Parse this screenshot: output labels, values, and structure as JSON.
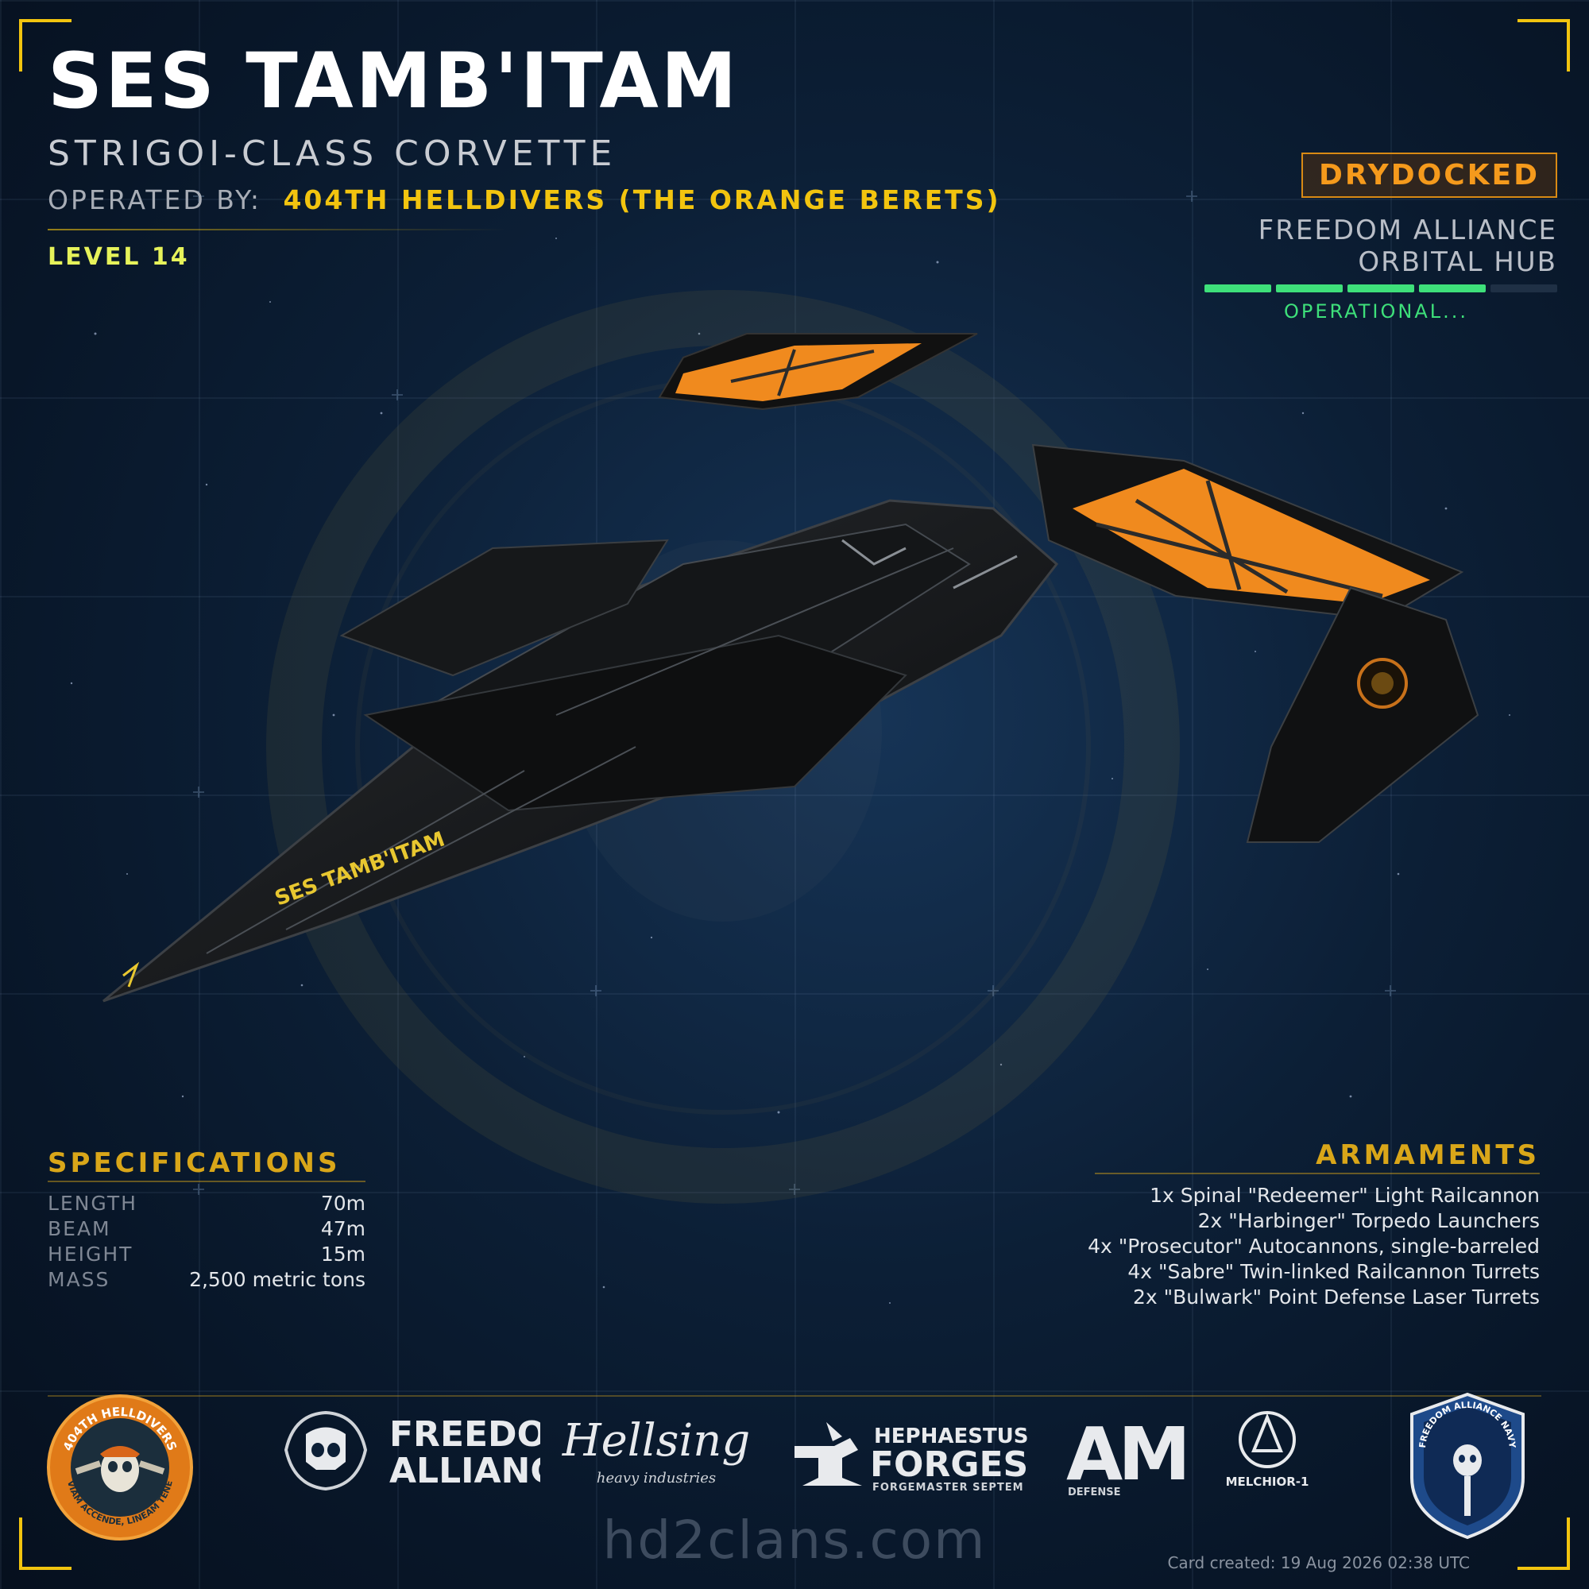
{
  "ship": {
    "name": "SES TAMB'ITAM",
    "class": "STRIGOI-CLASS CORVETTE",
    "operated_by_label": "OPERATED BY:",
    "operator": "404TH HELLDIVERS (THE ORANGE BERETS)",
    "level": "LEVEL 14",
    "hull_text": "SES TAMB'ITAM"
  },
  "status": {
    "badge": "DRYDOCKED",
    "location_line1": "FREEDOM ALLIANCE",
    "location_line2": "ORBITAL HUB",
    "progress_segments_filled": 4,
    "progress_segments_total": 5,
    "state": "OPERATIONAL..."
  },
  "specifications": {
    "heading": "SPECIFICATIONS",
    "rows": [
      {
        "label": "LENGTH",
        "value": "70m"
      },
      {
        "label": "BEAM",
        "value": "47m"
      },
      {
        "label": "HEIGHT",
        "value": "15m"
      },
      {
        "label": "MASS",
        "value": "2,500 metric tons"
      }
    ]
  },
  "armaments": {
    "heading": "ARMAMENTS",
    "items": [
      "1x Spinal \"Redeemer\" Light Railcannon",
      "2x \"Harbinger\" Torpedo Launchers",
      "4x \"Prosecutor\" Autocannons, single-barreled",
      "4x \"Sabre\" Twin-linked Railcannon Turrets",
      "2x \"Bulwark\" Point Defense Laser Turrets"
    ]
  },
  "footer": {
    "clan_patch_top": "404TH HELLDIVERS",
    "clan_patch_bottom": "VIAM ACCENDE, LINEAM TENE",
    "freedom_alliance_1": "FREEDOM",
    "freedom_alliance_2": "ALLIANCE",
    "hellsing": "Hellsing",
    "hellsing_sub": "heavy industries",
    "hephaestus_1": "HEPHAESTUS",
    "hephaestus_2": "FORGES",
    "hephaestus_sub": "FORGEMASTER SEPTEM",
    "am": "AM",
    "am_sub": "DEFENSE",
    "melchior": "MELCHIOR-1",
    "navy": "FREEDOM ALLIANCE NAVY",
    "site": "hd2clans.com",
    "created": "Card created: 19 Aug 2026 02:38 UTC"
  },
  "colors": {
    "accent": "#f2c40f",
    "orange": "#f59a1c",
    "status_green": "#3ee07a",
    "hull_orange": "#f08a1e"
  }
}
